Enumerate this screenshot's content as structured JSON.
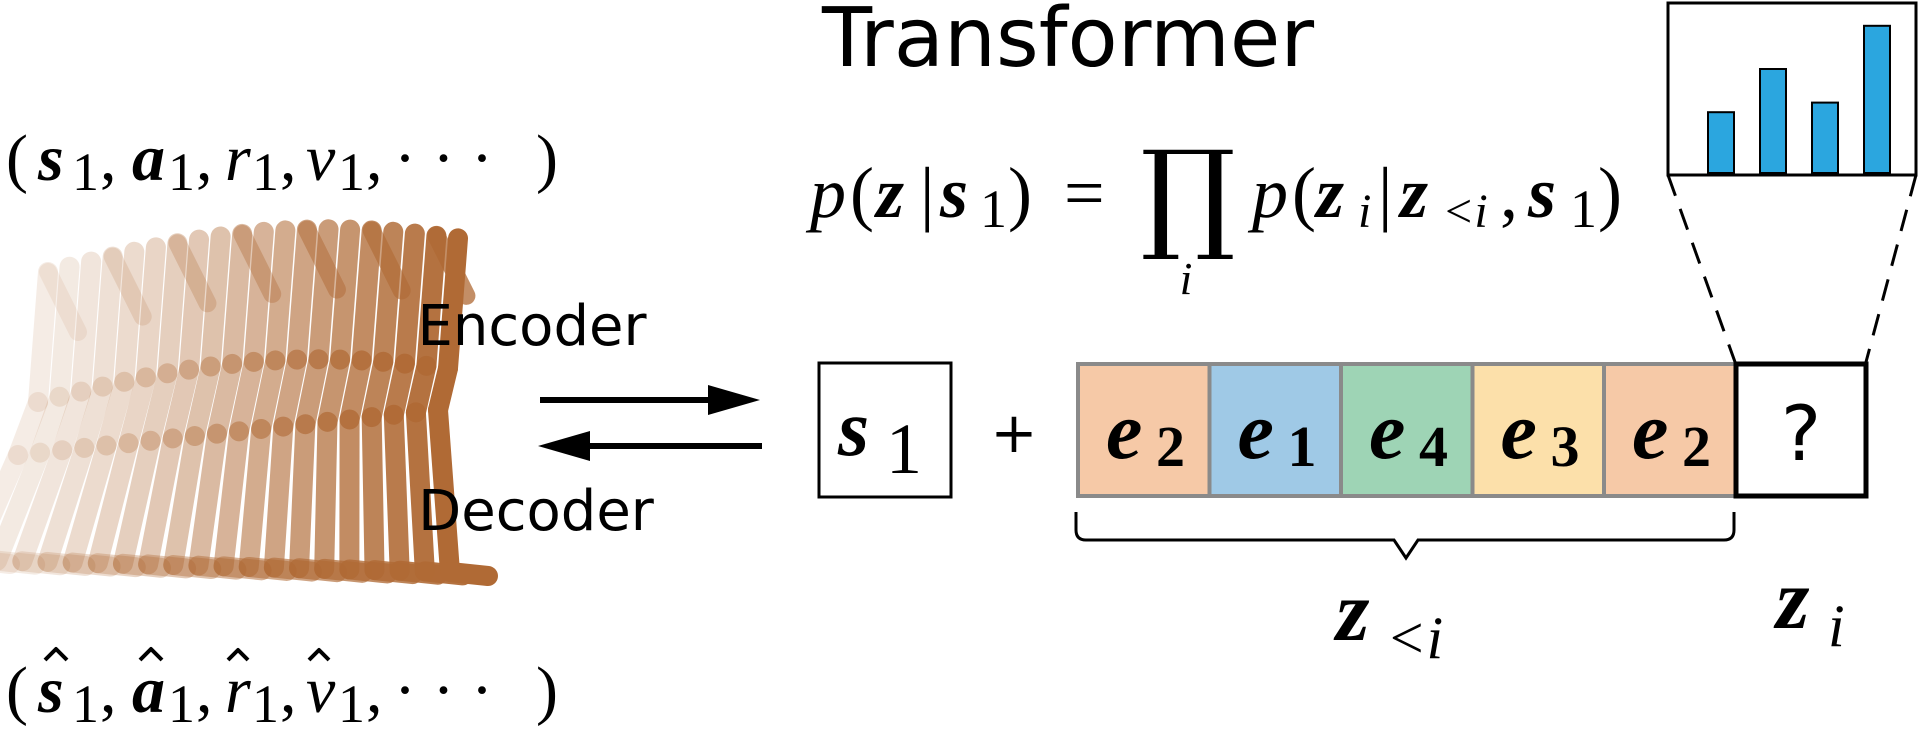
{
  "title": "Transformer",
  "tuple_top": {
    "open": "(",
    "s": "s",
    "s_sub": "1",
    "a": "a",
    "a_sub": "1",
    "r": "r",
    "r_sub": "1",
    "v": "v",
    "v_sub": "1",
    "dots": "· · ·",
    "close": ")"
  },
  "tuple_bottom": {
    "open": "(",
    "s": "s",
    "s_sub": "1",
    "a": "a",
    "a_sub": "1",
    "r": "r",
    "r_sub": "1",
    "v": "v",
    "v_sub": "1",
    "dots": "· · ·",
    "close": ")"
  },
  "equation": {
    "lhs_p": "p",
    "lhs_z": "z",
    "lhs_s": "s",
    "lhs_s_sub": "1",
    "prod": "∏",
    "prod_index": "i",
    "rhs_p": "p",
    "rhs_z": "z",
    "rhs_z_sub": "i",
    "rhs_zlt": "z",
    "rhs_zlt_sub": "<i",
    "rhs_s": "s",
    "rhs_s_sub": "1"
  },
  "arrows": {
    "encoder_label": "Encoder",
    "decoder_label": "Decoder"
  },
  "state_box": {
    "symbol": "s",
    "sub": "1"
  },
  "plus": "+",
  "tokens": [
    {
      "letter": "e",
      "sub": "2",
      "color": "#F6C9A7"
    },
    {
      "letter": "e",
      "sub": "1",
      "color": "#9FC9E6"
    },
    {
      "letter": "e",
      "sub": "4",
      "color": "#9ED4B5"
    },
    {
      "letter": "e",
      "sub": "3",
      "color": "#FCE0AA"
    },
    {
      "letter": "e",
      "sub": "2",
      "color": "#F6C9A7"
    }
  ],
  "query_token": "?",
  "brace_label": {
    "symbol": "z",
    "sub": "<i"
  },
  "query_label": {
    "symbol": "z",
    "sub": "i"
  },
  "distribution_bars": [
    0.38,
    0.65,
    0.44,
    0.92
  ],
  "colors": {
    "bar": "#2BA6DF",
    "token_border": "#8a8a8a",
    "robot": "#B06A35"
  }
}
